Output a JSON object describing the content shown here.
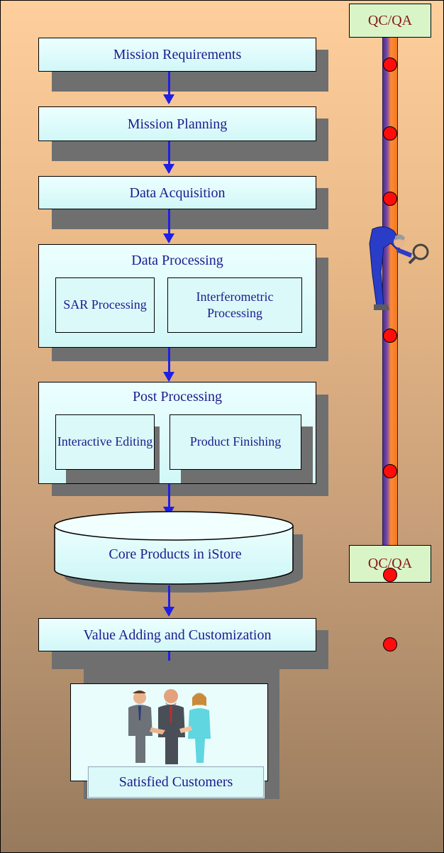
{
  "qc_top": "QC/QA",
  "qc_bottom": "QC/QA",
  "steps": {
    "mission_requirements": "Mission Requirements",
    "mission_planning": "Mission Planning",
    "data_acquisition": "Data Acquisition",
    "data_processing": "Data Processing",
    "sar_processing": "SAR Processing",
    "interferometric_processing": "Interferometric Processing",
    "post_processing": "Post Processing",
    "interactive_editing": "Interactive Editing",
    "product_finishing": "Product Finishing",
    "core_products": "Core Products in iStore",
    "value_adding": "Value Adding and Customization",
    "satisfied_customers": "Satisfied Customers"
  },
  "icons": {
    "inspector": "inspector-with-magnifier-icon",
    "customers": "handshake-people-icon"
  },
  "colors": {
    "arrow": "#1f1fe6",
    "dot": "#ff0d0d",
    "box_text": "#1c1c8f",
    "qc_text": "#8b1414",
    "qc_fill": "#d9f5c8"
  }
}
